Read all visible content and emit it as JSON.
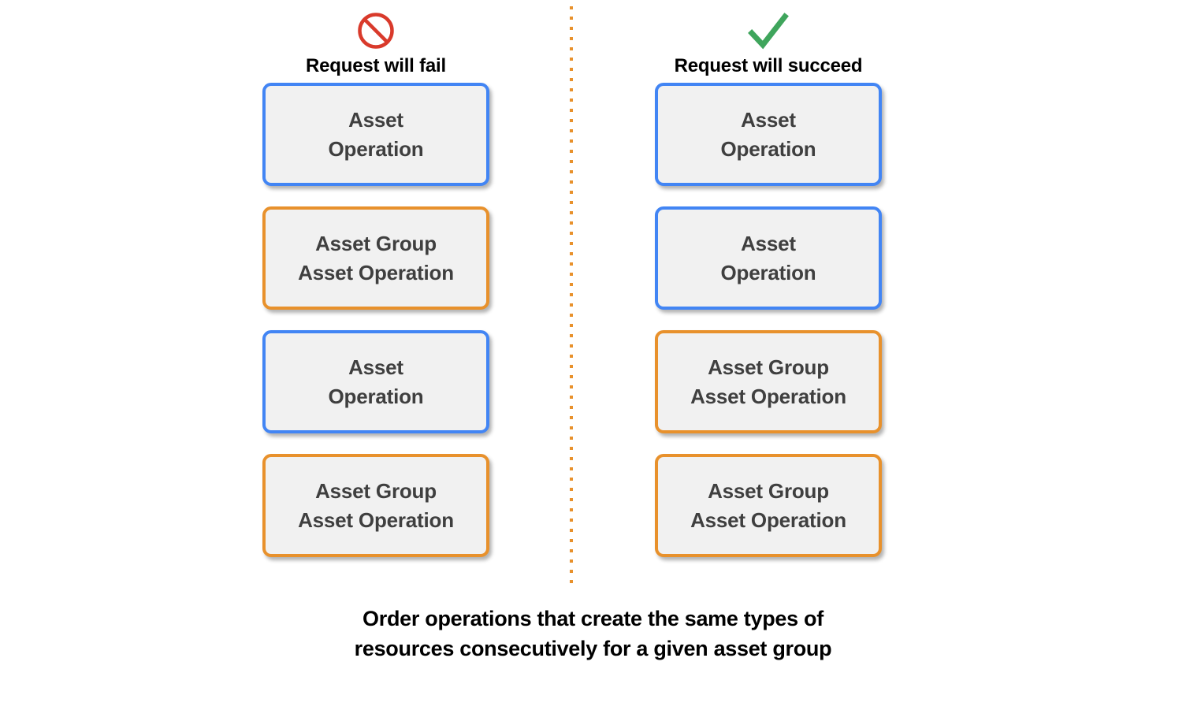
{
  "background_color": "#ffffff",
  "colors": {
    "blue_border": "#4285f4",
    "orange_border": "#e8912c",
    "card_fill": "#f1f1f1",
    "card_text": "#3f3f3f",
    "fail_icon": "#d93a2b",
    "succeed_icon": "#3fa55c",
    "divider": "#e8912c",
    "heading_text": "#000000"
  },
  "columns": [
    {
      "id": "fail",
      "icon": "prohibition-icon",
      "icon_color": "#d93a2b",
      "header": "Request will fail",
      "cards": [
        {
          "label": "Asset\nOperation",
          "accent": "blue"
        },
        {
          "label": "Asset Group\nAsset Operation",
          "accent": "orange"
        },
        {
          "label": "Asset\nOperation",
          "accent": "blue"
        },
        {
          "label": "Asset Group\nAsset Operation",
          "accent": "orange"
        }
      ]
    },
    {
      "id": "succeed",
      "icon": "check-icon",
      "icon_color": "#3fa55c",
      "header": "Request will succeed",
      "cards": [
        {
          "label": "Asset\nOperation",
          "accent": "blue"
        },
        {
          "label": "Asset\nOperation",
          "accent": "blue"
        },
        {
          "label": "Asset Group\nAsset Operation",
          "accent": "orange"
        },
        {
          "label": "Asset Group\nAsset Operation",
          "accent": "orange"
        }
      ]
    }
  ],
  "caption": "Order operations that create the same types of\nresources consecutively for a given asset group"
}
